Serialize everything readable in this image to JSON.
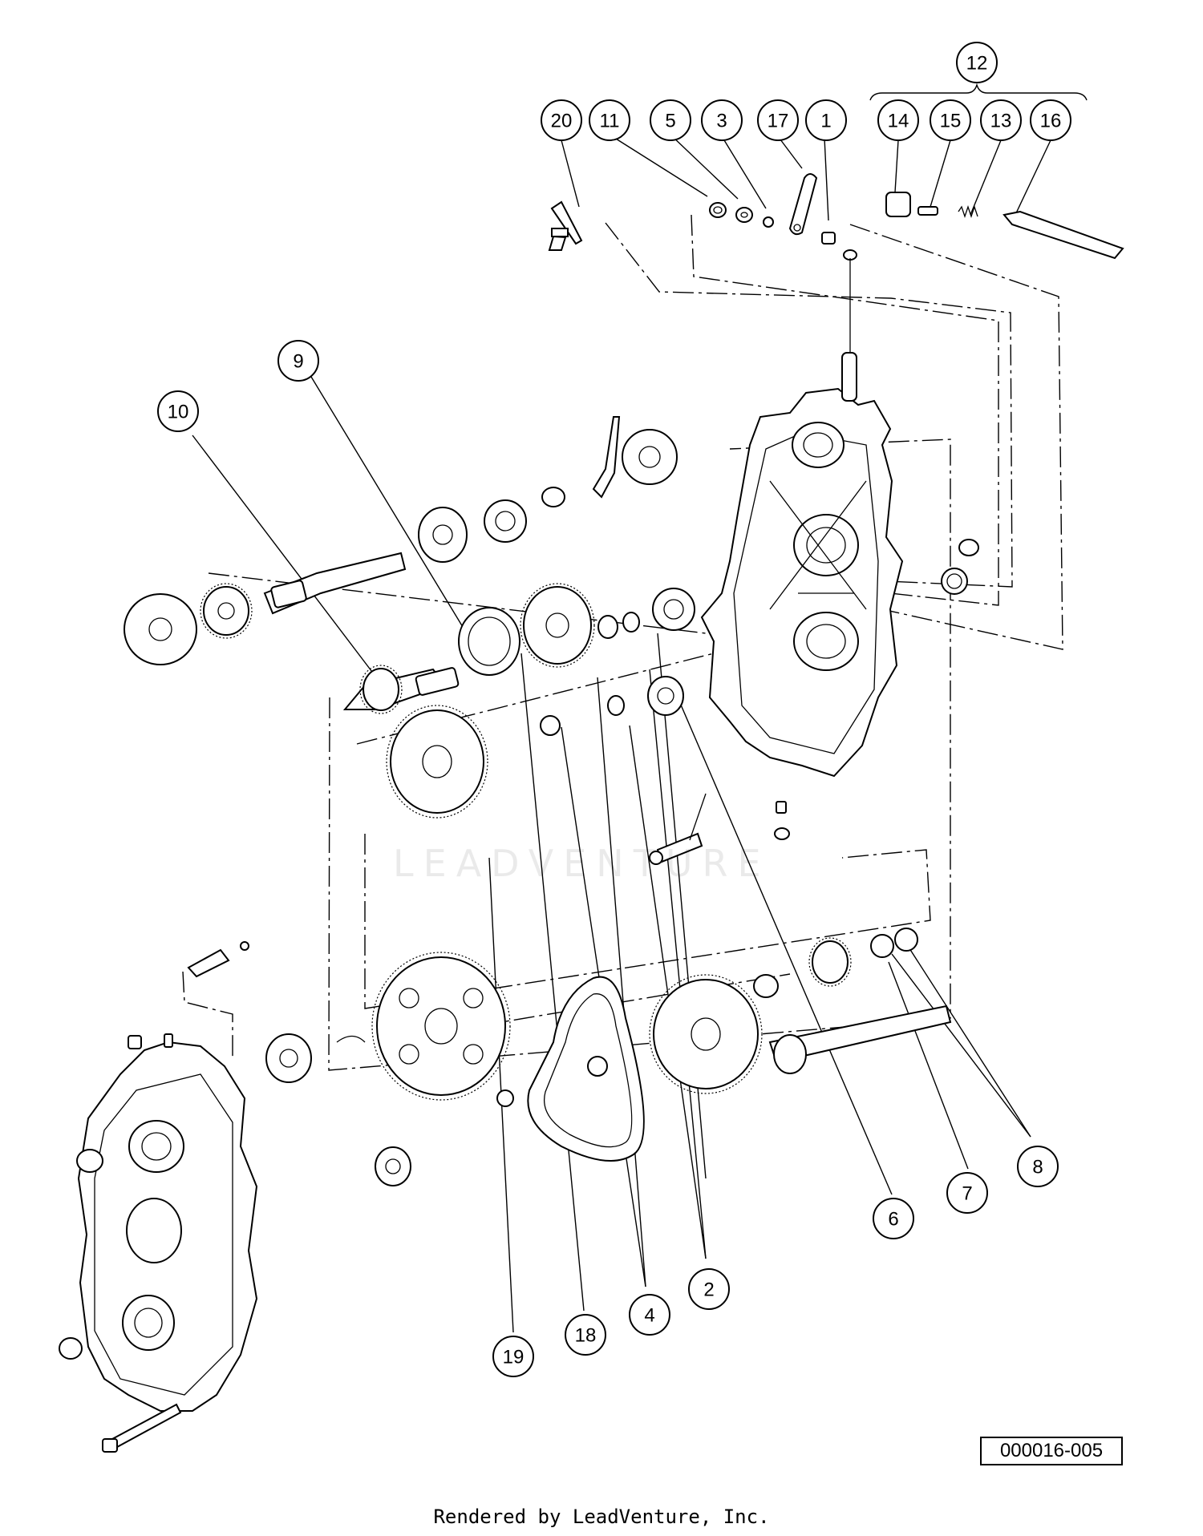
{
  "diagram": {
    "callouts": [
      {
        "id": "c20",
        "label": "20"
      },
      {
        "id": "c11",
        "label": "11"
      },
      {
        "id": "c5",
        "label": "5"
      },
      {
        "id": "c3",
        "label": "3"
      },
      {
        "id": "c17",
        "label": "17"
      },
      {
        "id": "c1",
        "label": "1"
      },
      {
        "id": "c12",
        "label": "12"
      },
      {
        "id": "c14",
        "label": "14"
      },
      {
        "id": "c15",
        "label": "15"
      },
      {
        "id": "c13",
        "label": "13"
      },
      {
        "id": "c16",
        "label": "16"
      },
      {
        "id": "c9",
        "label": "9"
      },
      {
        "id": "c10",
        "label": "10"
      },
      {
        "id": "c8",
        "label": "8"
      },
      {
        "id": "c7",
        "label": "7"
      },
      {
        "id": "c6",
        "label": "6"
      },
      {
        "id": "c2",
        "label": "2"
      },
      {
        "id": "c4",
        "label": "4"
      },
      {
        "id": "c18",
        "label": "18"
      },
      {
        "id": "c19",
        "label": "19"
      }
    ],
    "watermark": "LEADVENTURE",
    "reference_number": "000016-005",
    "footer": "Rendered by LeadVenture, Inc."
  }
}
